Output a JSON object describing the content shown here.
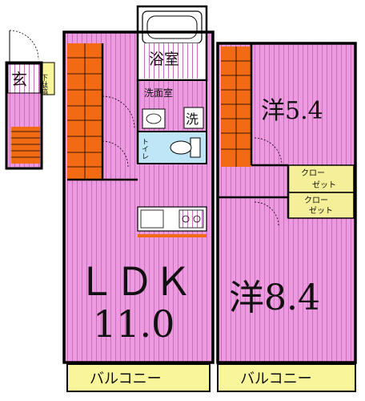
{
  "rooms": {
    "entrance": "玄",
    "shoe_box": "下駄箱",
    "bath": "浴室",
    "washroom": "洗面室",
    "washer": "洗",
    "toilet": "トイレ",
    "western_small": "洋5.4",
    "closet_upper_line1": "クロー",
    "closet_upper_line2": "ゼット",
    "closet_lower_line1": "クロー",
    "closet_lower_line2": "ゼット",
    "ldk_line1": "ＬＤＫ",
    "ldk_line2": "11.0",
    "western_large": "洋8.4",
    "balcony_left": "バルコニー",
    "balcony_right": "バルコニー"
  },
  "colors": {
    "room_fill": "#ee9ae0",
    "stripe": "#c76fbc",
    "stairs": "#f26a14",
    "balcony": "#f8f59a",
    "closet": "#f6ef9a",
    "toilet_floor": "#bfe6f6",
    "wall": "#000000"
  }
}
